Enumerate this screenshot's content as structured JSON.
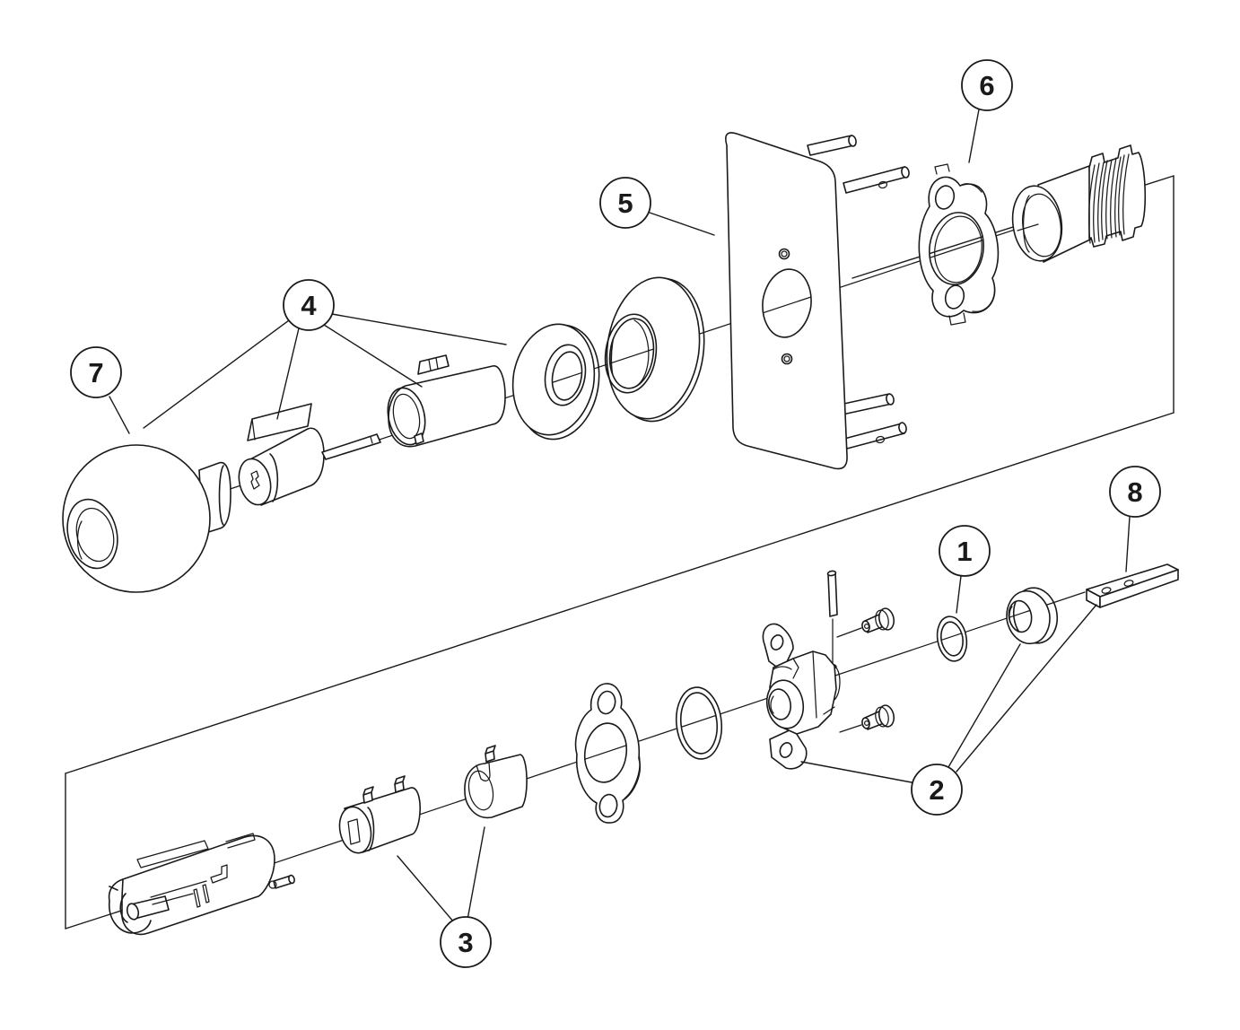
{
  "diagram": {
    "figure_type": "exploded-parts-diagram",
    "background": "#ffffff",
    "line_color": "#1a1a1a",
    "callouts": [
      {
        "label": "1"
      },
      {
        "label": "2"
      },
      {
        "label": "3"
      },
      {
        "label": "4"
      },
      {
        "label": "5"
      },
      {
        "label": "6"
      },
      {
        "label": "7"
      },
      {
        "label": "8"
      }
    ]
  }
}
